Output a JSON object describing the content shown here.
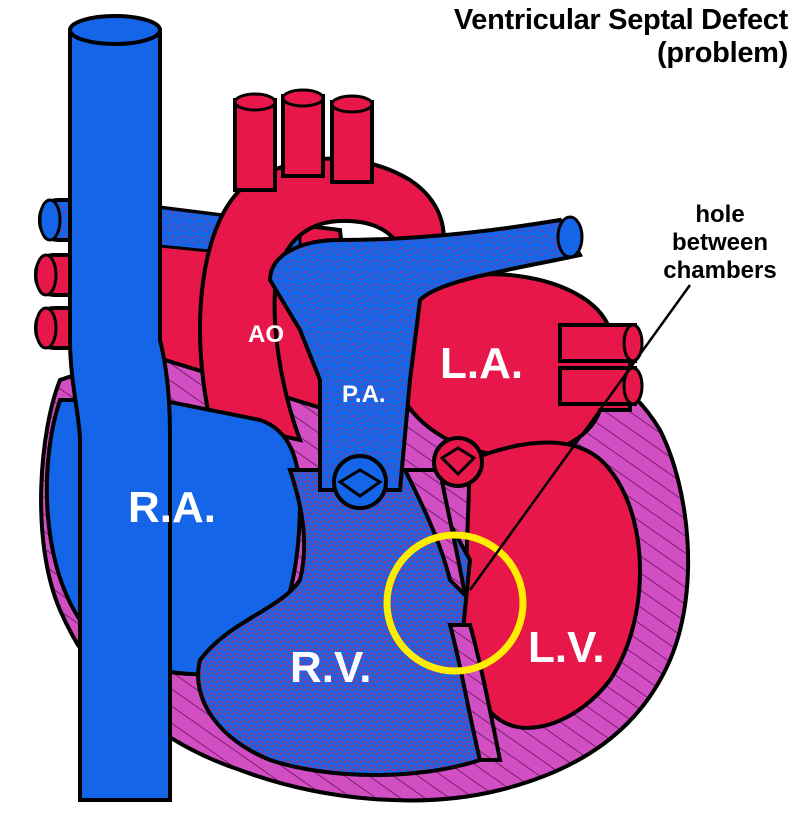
{
  "title": {
    "line1": "Ventricular Septal Defect",
    "line2": "(problem)"
  },
  "callout": {
    "line1": "hole",
    "line2": "between",
    "line3": "chambers"
  },
  "labels": {
    "ao": "AO",
    "pa": "P.A.",
    "la": "L.A.",
    "ra": "R.A.",
    "rv": "R.V.",
    "lv": "L.V."
  },
  "colors": {
    "oxygenated": "#e8174a",
    "deoxygenated": "#1565e8",
    "muscle": "#d14ec3",
    "highlight": "#ffee00",
    "outline": "#000000"
  }
}
